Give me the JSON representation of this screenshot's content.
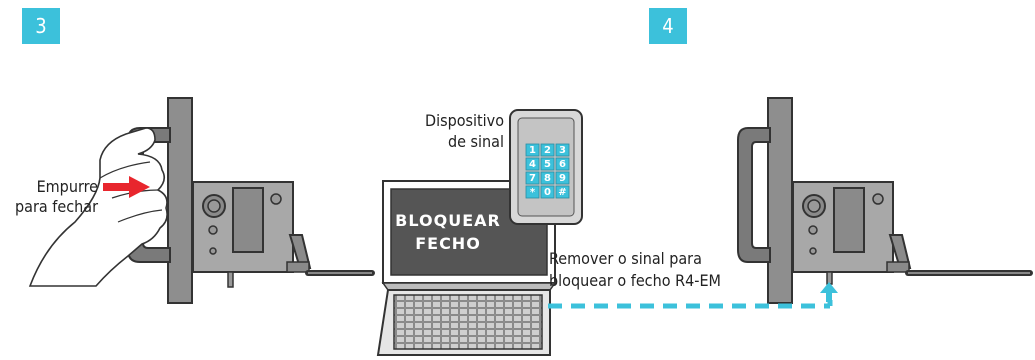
{
  "steps": [
    "3",
    "4"
  ],
  "left_panel": {
    "push_label_line1": "Empurre",
    "push_label_line2": "para fechar"
  },
  "signal_device": {
    "label_line1": "Dispositivo",
    "label_line2": "de sinal",
    "keys": [
      "1",
      "2",
      "3",
      "4",
      "5",
      "6",
      "7",
      "8",
      "9",
      "*",
      "0",
      "#"
    ]
  },
  "laptop": {
    "screen_line1": "BLOQUEAR",
    "screen_line2": "FECHO"
  },
  "remove_signal": {
    "line1": "Remover o sinal para",
    "line2": "bloquear o fecho R4-EM"
  },
  "colors": {
    "accent": "#3cc1db",
    "arrow_red": "#e8262d",
    "dark": "#333333"
  }
}
